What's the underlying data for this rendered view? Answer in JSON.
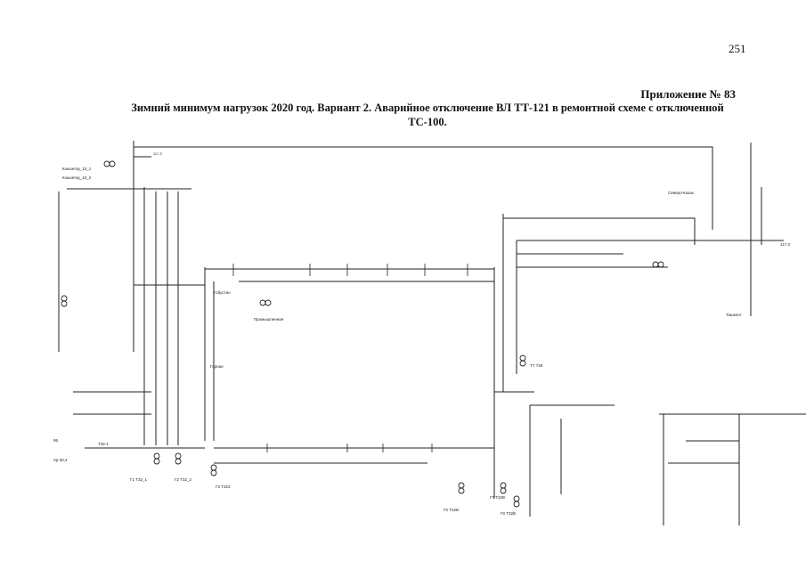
{
  "page": {
    "number": "251",
    "appendix": "Приложение № 83",
    "title_line1": "Зимний минимум нагрузок 2020 год. Вариант 2. Аварийное отключение ВЛ ТТ-121 в ремонтной схеме с отключенной",
    "title_line2": "ТС-100."
  },
  "diagram": {
    "labels": {
      "l_top": "117.3",
      "l_left1": "Кокшетау_10_1",
      "l_left2": "Кокшетау_10_2",
      "l_mid": "Гобустан",
      "l_fp": "Промышленная",
      "l_sw": "Горная",
      "l_bot": "Т32-1",
      "l_t1": "Г1 Т32_1",
      "l_t2": "Г2 Т32_2",
      "l_t3": "Г3 Т323",
      "l_t5": "Г5 Т32В",
      "l_t7": "Г7 Т32В",
      "l_t8": "Г8 Т32В",
      "l_tt": "ТТ 728",
      "l_right1": "Северо-Казах",
      "l_right2": "Ташкент",
      "l_far": "117.3",
      "l_95": "95",
      "l_ug": "Ур-30,4"
    }
  }
}
